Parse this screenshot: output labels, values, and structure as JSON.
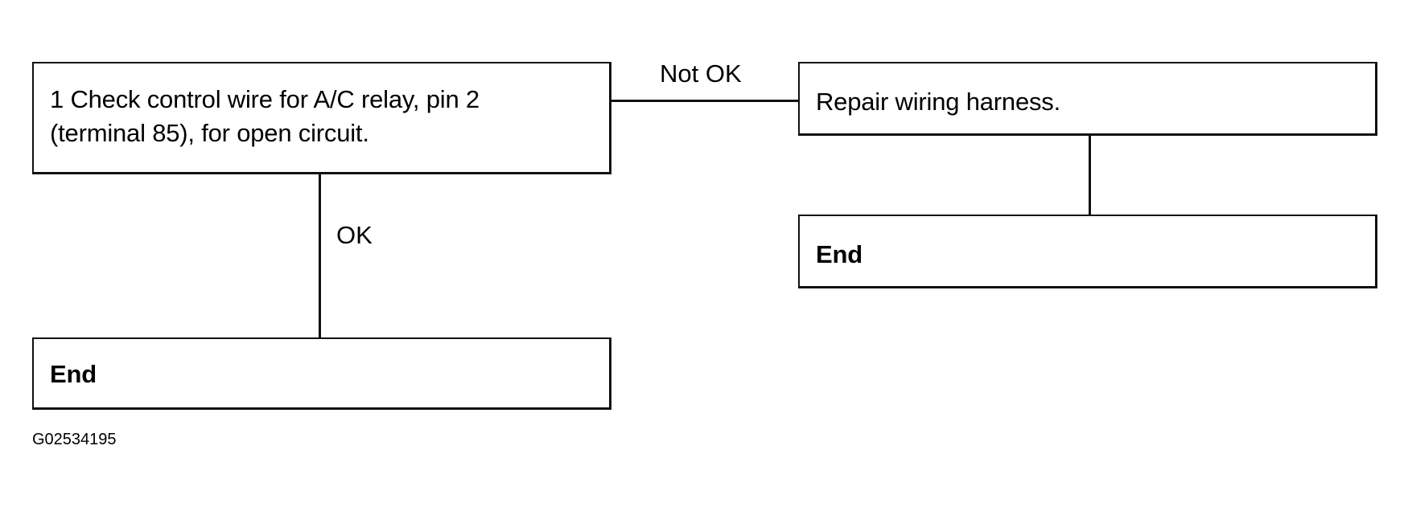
{
  "diagram": {
    "steps": {
      "check": {
        "line1": "1 Check control wire for A/C relay, pin 2",
        "line2": "(terminal 85), for open circuit."
      },
      "end_left": "End",
      "repair": "Repair wiring harness.",
      "end_right": "End"
    },
    "branches": {
      "ok": "OK",
      "not_ok": "Not OK"
    },
    "figure_id": "G02534195"
  }
}
